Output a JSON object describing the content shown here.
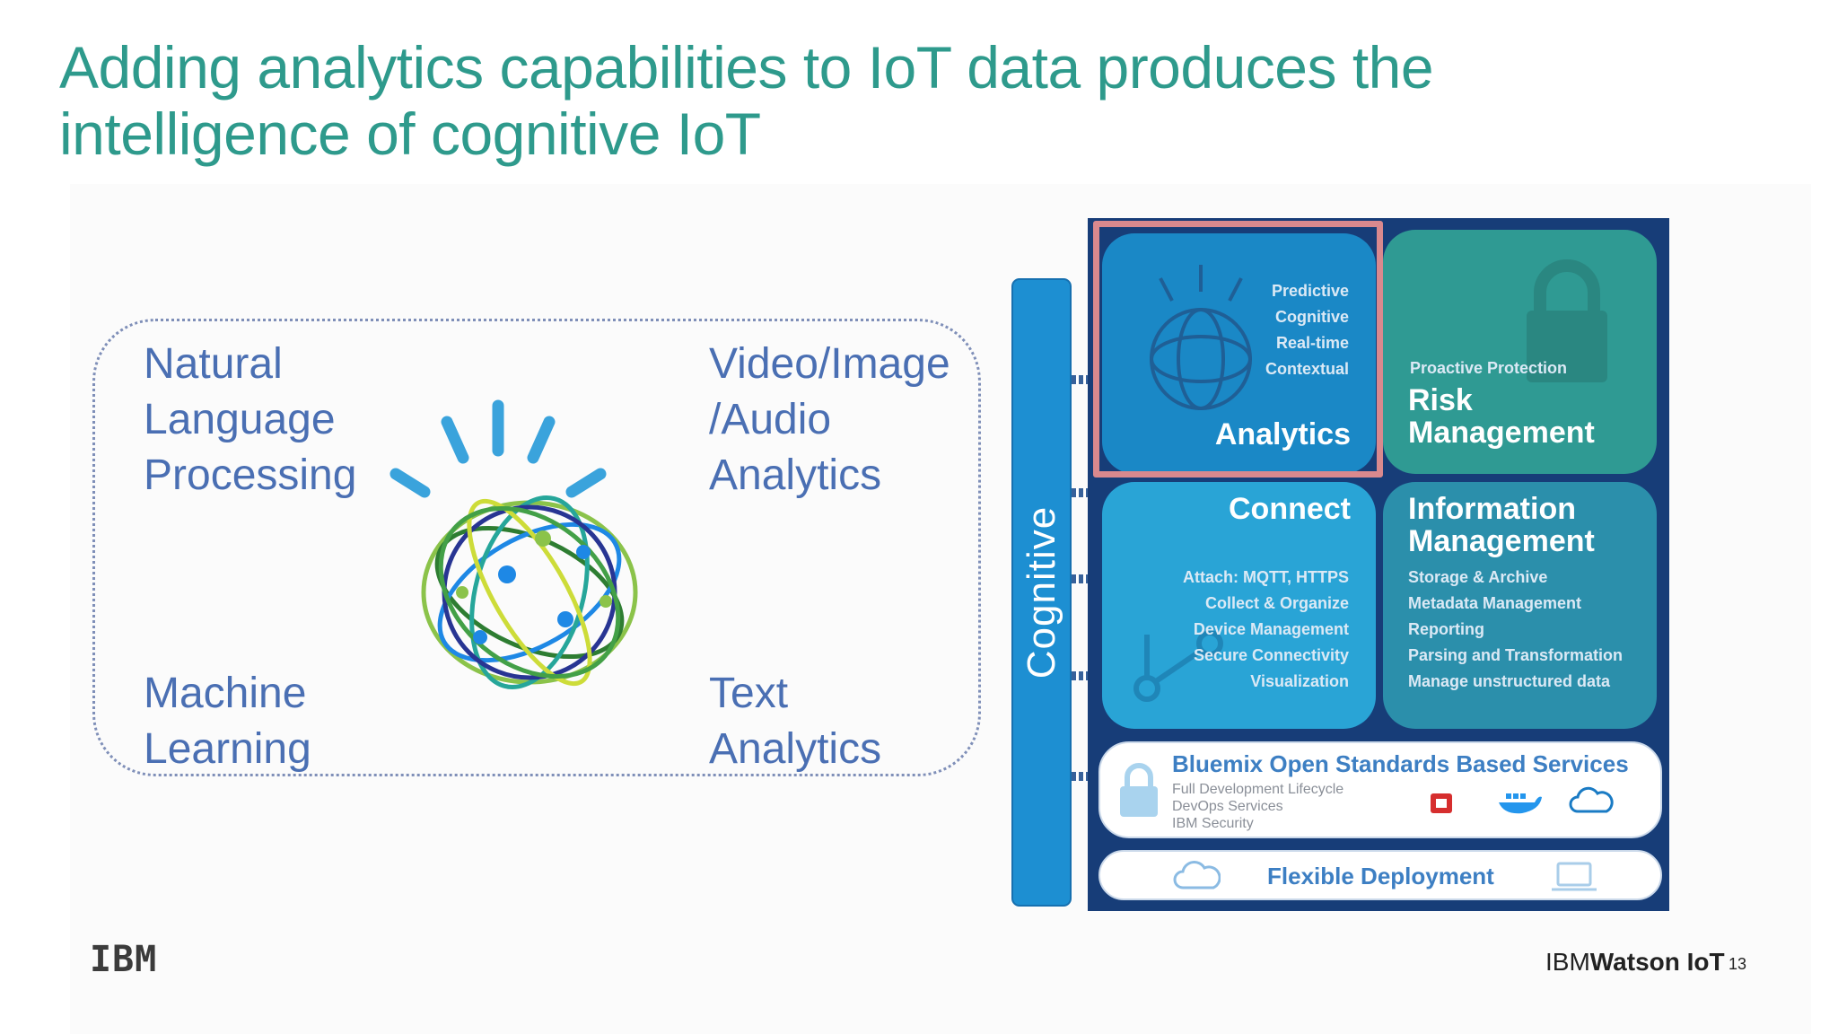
{
  "title": "Adding analytics capabilities to IoT data produces the intelligence of cognitive IoT",
  "capabilities": {
    "nlp": "Natural\nLanguage\nProcessing",
    "video": "Video/Image\n/Audio\nAnalytics",
    "ml": "Machine\nLearning",
    "text": "Text\nAnalytics"
  },
  "architecture": {
    "cognitive_label": "Cognitive",
    "analytics": {
      "features": "Predictive\nCognitive\nReal-time\nContextual",
      "heading": "Analytics"
    },
    "risk": {
      "feature": "Proactive Protection",
      "heading": "Risk\nManagement"
    },
    "connect": {
      "heading": "Connect",
      "features": "Attach: MQTT, HTTPS\nCollect & Organize\nDevice Management\nSecure Connectivity\nVisualization"
    },
    "information": {
      "heading": "Information\nManagement",
      "features": "Storage & Archive\nMetadata Management\nReporting\nParsing and Transformation\nManage unstructured data"
    },
    "bluemix": {
      "title": "Bluemix Open Standards Based Services",
      "items": "Full Development Lifecycle\nDevOps Services\nIBM Security",
      "logos": [
        "openstack",
        "docker",
        "cloud foundry"
      ]
    },
    "deployment": "Flexible Deployment"
  },
  "footer": {
    "ibm_logo": "IBM",
    "brand_ibm": "IBM",
    "brand_product": "Watson IoT",
    "page_number": "13"
  },
  "colors": {
    "title": "#2e9a8c",
    "capability_text": "#4a6fb3",
    "highlight": "#d9898e",
    "cognitive_bar": "#1d8fd2"
  }
}
